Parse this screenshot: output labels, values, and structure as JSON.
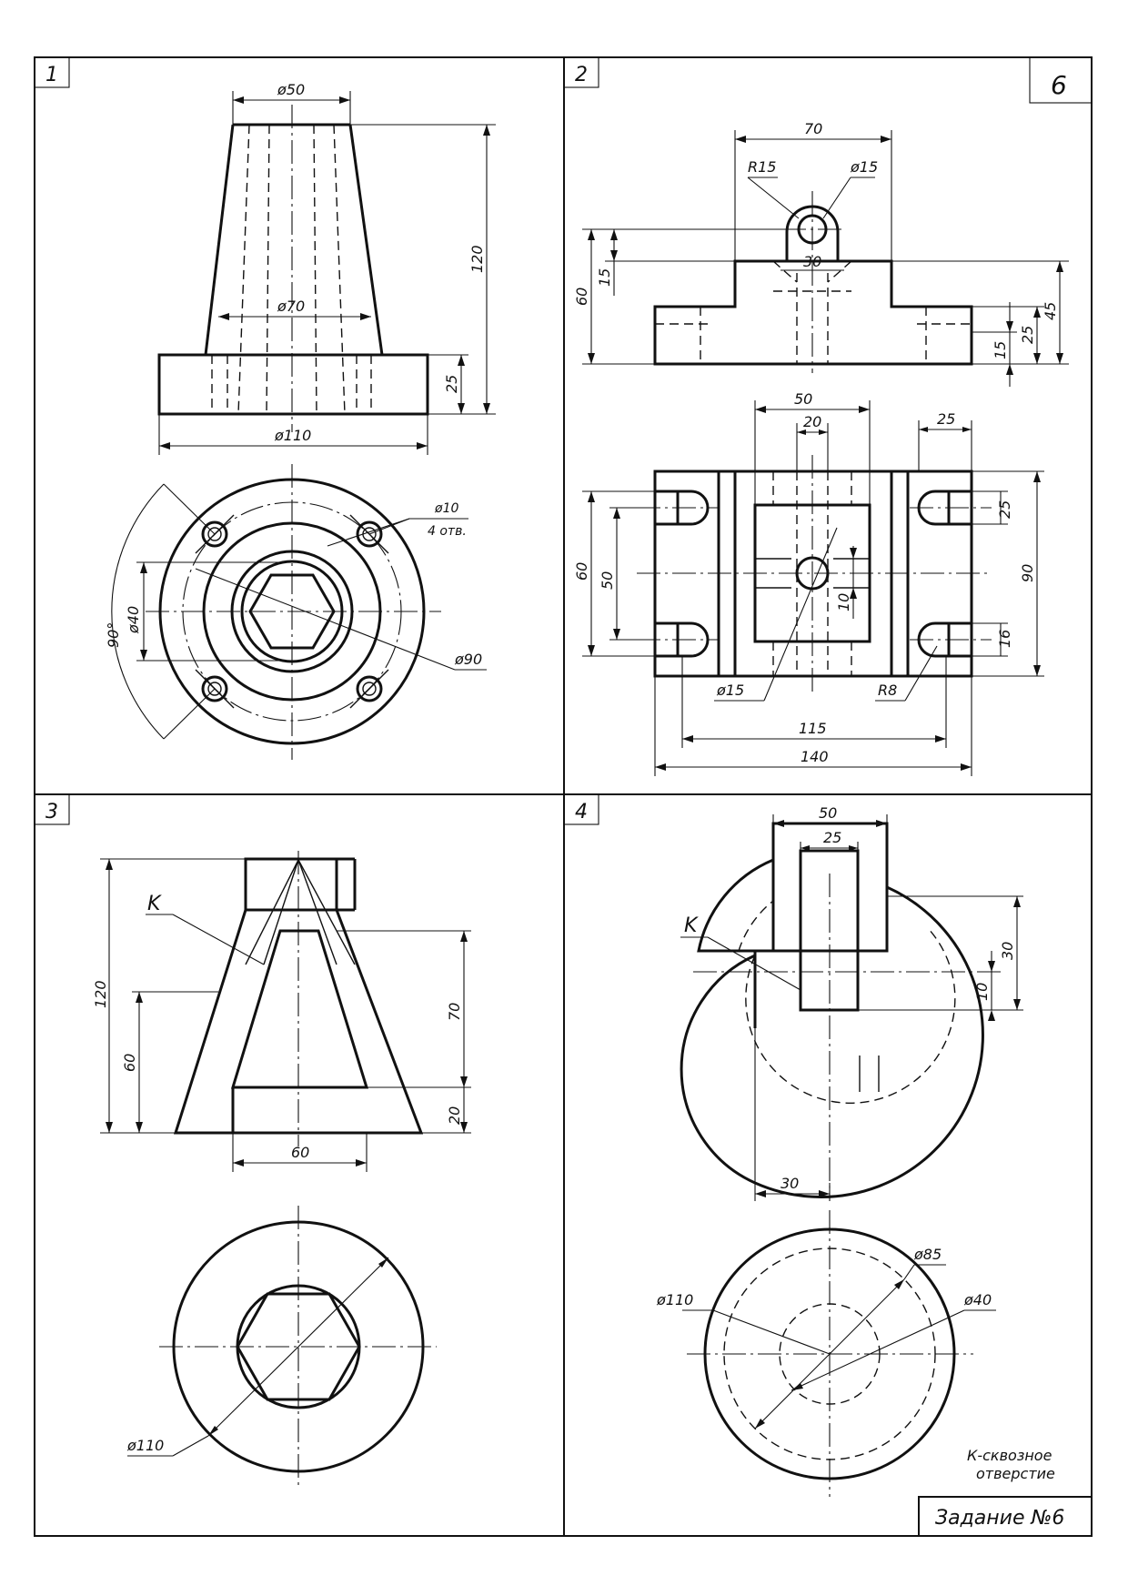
{
  "quadrants": {
    "q1": {
      "number": "1"
    },
    "q2": {
      "number": "2",
      "variant": "6"
    },
    "q3": {
      "number": "3"
    },
    "q4": {
      "number": "4"
    }
  },
  "dimensions": {
    "q1": {
      "d50": "ø50",
      "d70": "ø70",
      "d110": "ø110",
      "h120": "120",
      "h25": "25",
      "d10": "ø10",
      "holes": "4 отв.",
      "d40": "ø40",
      "d90": "ø90",
      "ang90": "90°"
    },
    "q2": {
      "w70": "70",
      "r15": "R15",
      "d15top": "ø15",
      "w30": "30",
      "h60": "60",
      "h15": "15",
      "h45": "45",
      "h25": "25",
      "h15b": "15",
      "w50": "50",
      "w20": "20",
      "w25": "25",
      "v60": "60",
      "v50": "50",
      "v25": "25",
      "v90": "90",
      "v10": "10",
      "v16": "16",
      "d15": "ø15",
      "r8": "R8",
      "w115": "115",
      "w140": "140"
    },
    "q3": {
      "k": "K",
      "h120": "120",
      "h60": "60",
      "h70": "70",
      "h20": "20",
      "w60": "60",
      "d110": "ø110"
    },
    "q4": {
      "w50": "50",
      "w25": "25",
      "k": "K",
      "v30": "30",
      "v10": "10",
      "w30": "30",
      "d85": "ø85",
      "d110": "ø110",
      "d40": "ø40"
    }
  },
  "notes": {
    "hole_note_line1": "К-сквозное",
    "hole_note_line2": "отверстие"
  },
  "title_block": {
    "task": "Задание №6"
  }
}
